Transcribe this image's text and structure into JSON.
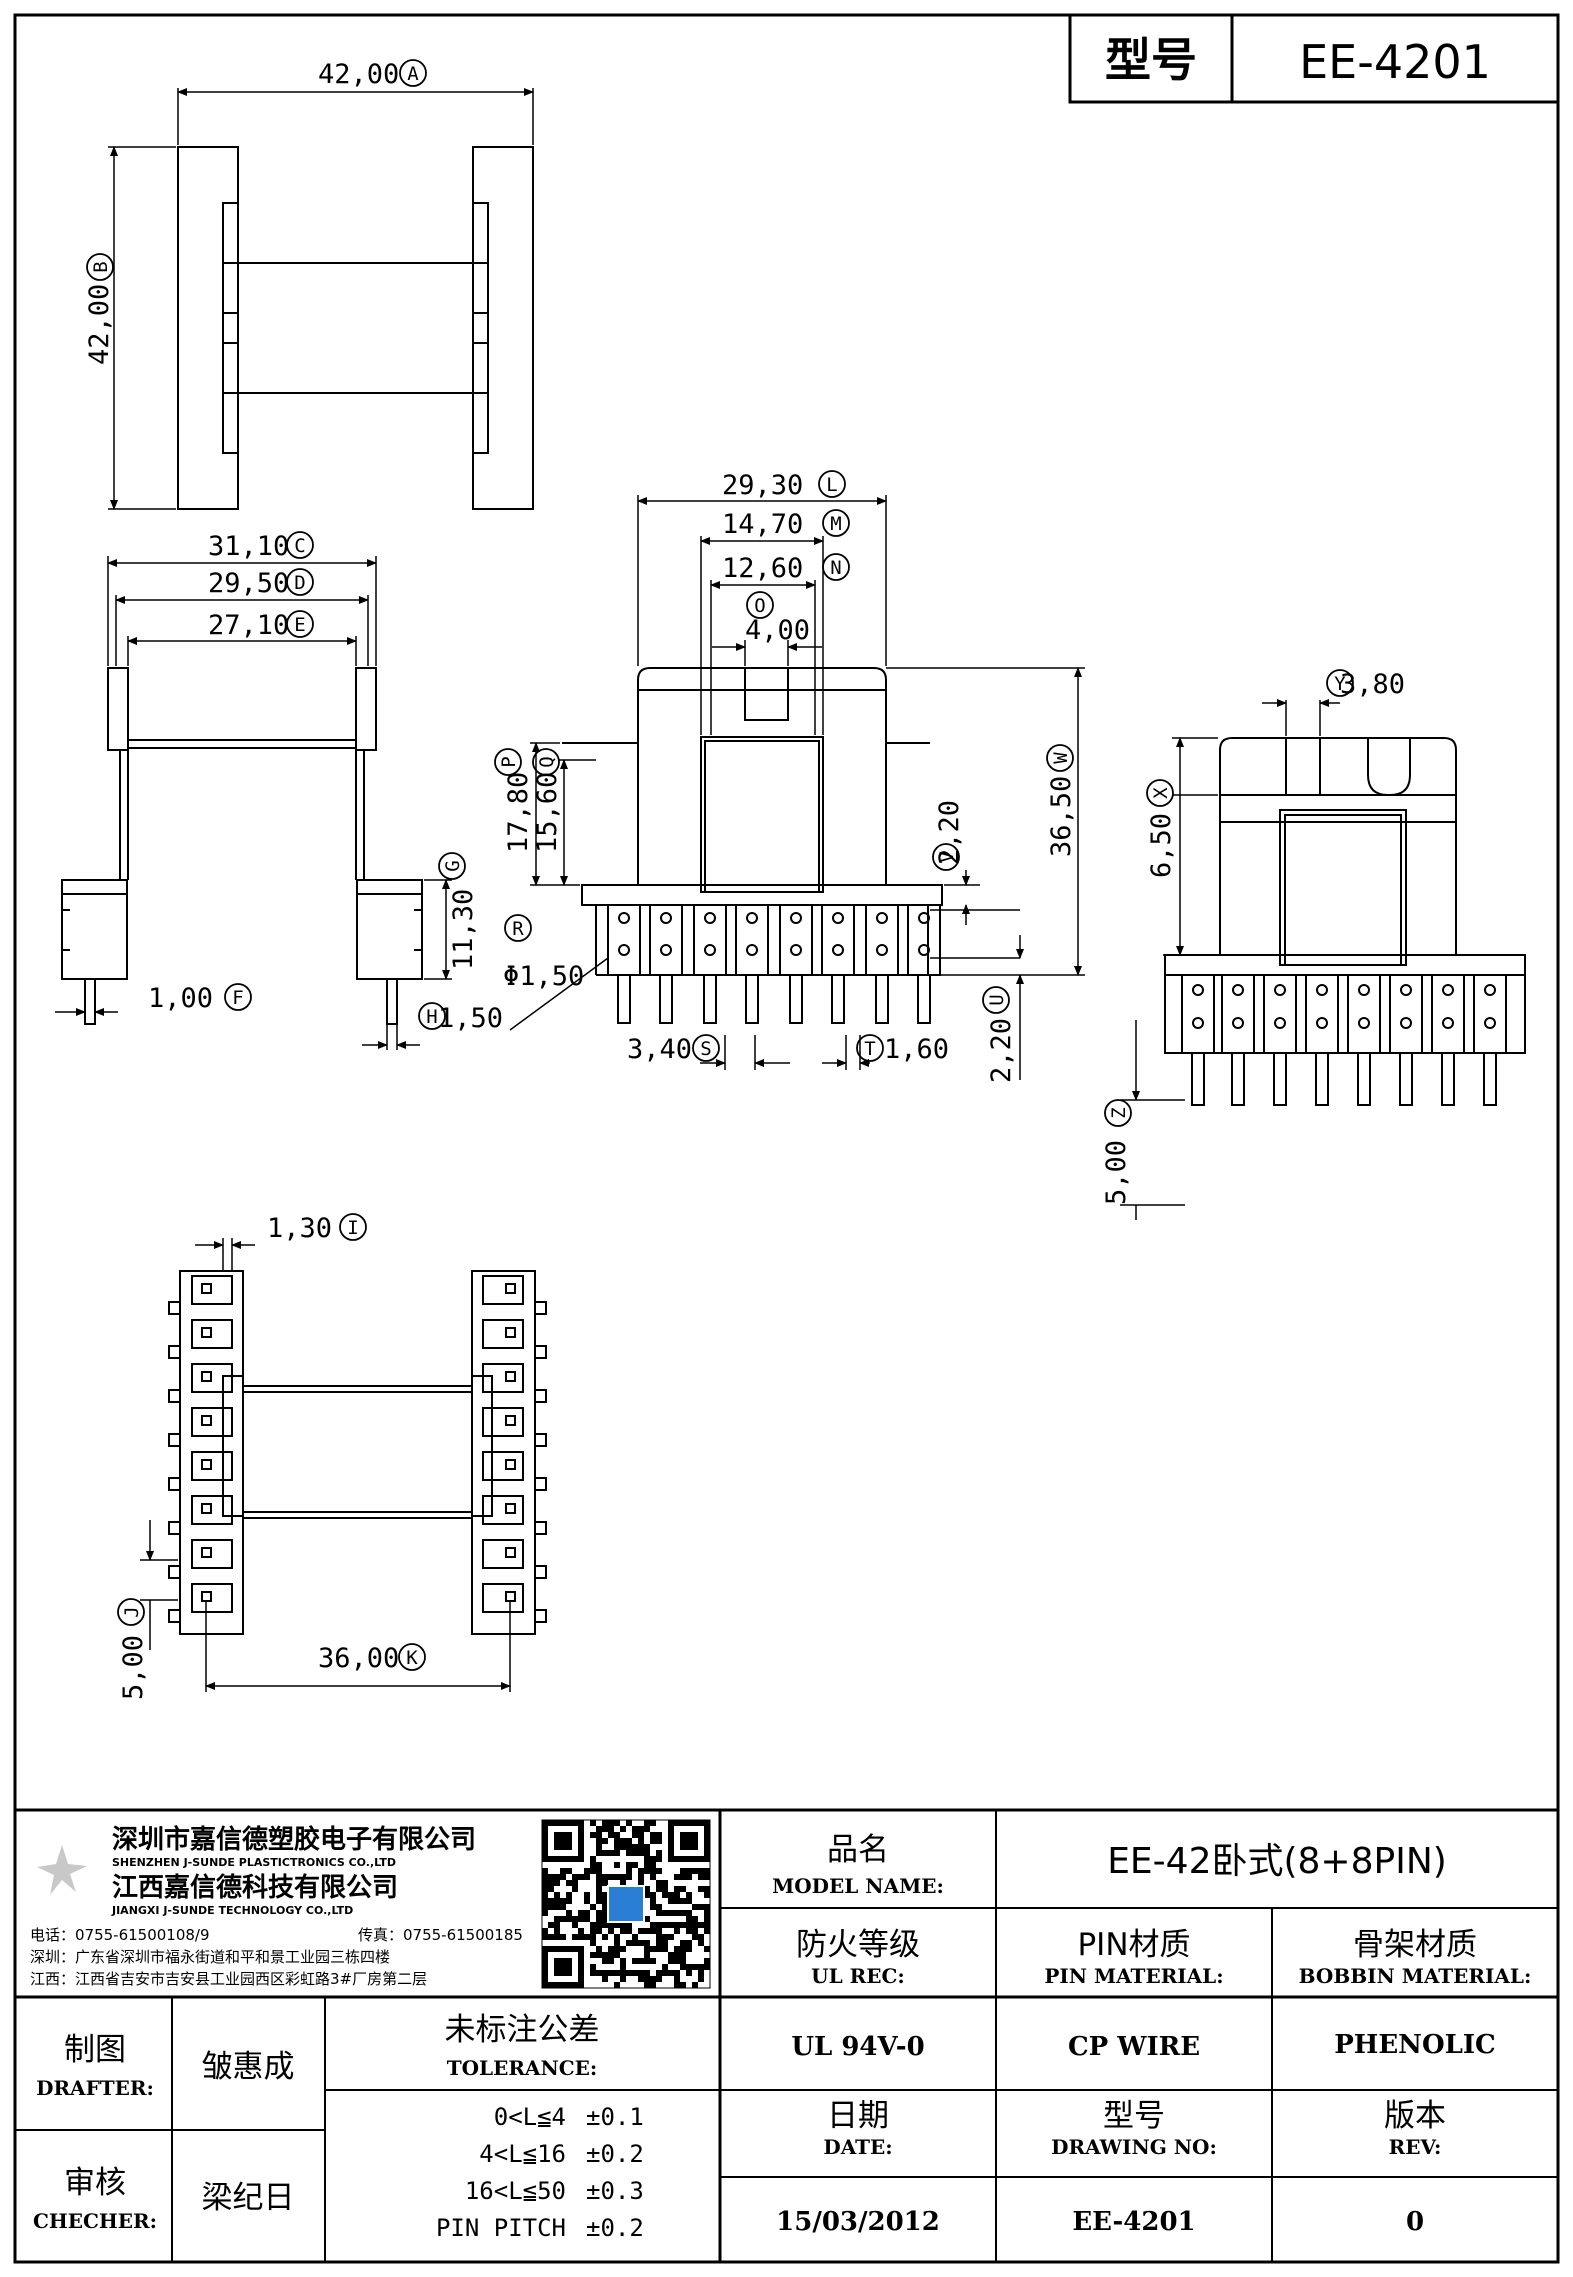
{
  "header": {
    "label": "型号",
    "model": "EE-4201"
  },
  "dims": {
    "A": "42,00",
    "B": "42,00",
    "C": "31,10",
    "D": "29,50",
    "E": "27,10",
    "F": "1,00",
    "G": "11,30",
    "H": "1,50",
    "I": "1,30",
    "J": "5,00",
    "K": "36,00",
    "L": "29,30",
    "M": "14,70",
    "N": "12,60",
    "O": "4,00",
    "P": "17,80",
    "Q": "15,60",
    "R": "Φ1,50",
    "S": "3,40",
    "T": "1,60",
    "U": "2,20",
    "V": "2,20",
    "W": "36,50",
    "X": "6,50",
    "Y": "3,80",
    "Z": "5,00"
  },
  "company": {
    "name_sz": "深圳市嘉信德塑胶电子有限公司",
    "name_sz_en": "SHENZHEN J-SUNDE PLASTICTRONICS CO.,LTD",
    "name_jx": "江西嘉信德科技有限公司",
    "name_jx_en": "JIANGXI J-SUNDE TECHNOLOGY CO.,LTD",
    "phone": "电话：0755-61500108/9",
    "fax": "传真：0755-61500185",
    "addr_sz": "深圳：广东省深圳市福永街道和平和景工业园三栋四楼",
    "addr_jx": "江西：江西省吉安市吉安县工业园西区彩虹路3#厂房第二层"
  },
  "title_block": {
    "model_name_cn": "品名",
    "model_name_en": "MODEL NAME:",
    "model_name_value": "EE-42卧式(8+8PIN)",
    "ul_cn": "防火等级",
    "ul_en": "UL REC:",
    "ul_value": "UL 94V-0",
    "pin_cn": "PIN材质",
    "pin_en": "PIN MATERIAL:",
    "pin_value": "CP WIRE",
    "bobbin_cn": "骨架材质",
    "bobbin_en": "BOBBIN MATERIAL:",
    "bobbin_value": "PHENOLIC",
    "drafter_cn": "制图",
    "drafter_en": "DRAFTER:",
    "drafter_name": "皱惠成",
    "checker_cn": "审核",
    "checker_en": "CHECHER:",
    "checker_name": "梁纪日",
    "tol_cn": "未标注公差",
    "tol_en": "TOLERANCE:",
    "tolerances": [
      {
        "range": "0<L≦4",
        "value": "±0.1"
      },
      {
        "range": "4<L≦16",
        "value": "±0.2"
      },
      {
        "range": "16<L≦50",
        "value": "±0.3"
      },
      {
        "range": "PIN PITCH",
        "value": "±0.2"
      }
    ],
    "date_cn": "日期",
    "date_en": "DATE:",
    "date_value": "15/03/2012",
    "dwg_cn": "型号",
    "dwg_en": "DRAWING NO:",
    "dwg_value": "EE-4201",
    "rev_cn": "版本",
    "rev_en": "REV:",
    "rev_value": "0"
  }
}
